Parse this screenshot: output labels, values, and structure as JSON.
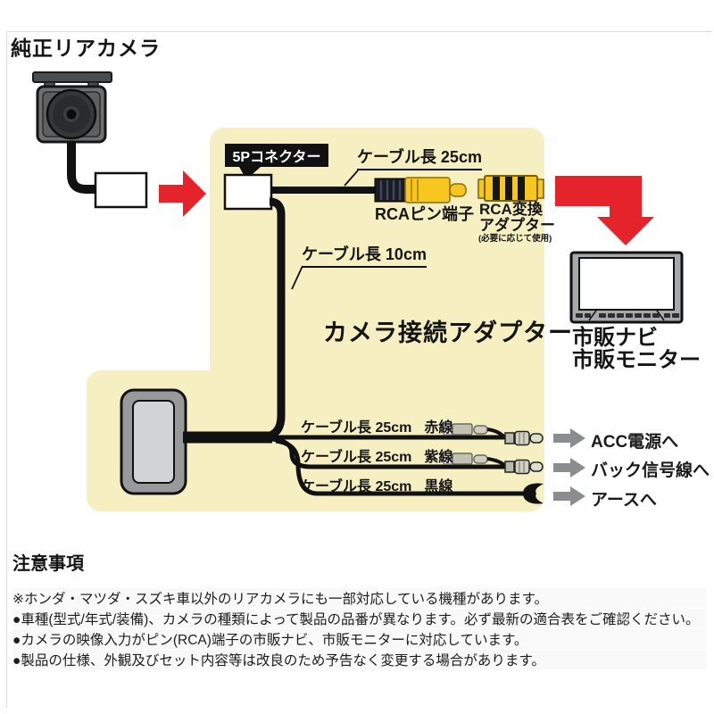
{
  "header": {
    "title": "純正リアカメラ"
  },
  "diagram": {
    "connector_label": "5Pコネクター",
    "cable_top_label": "ケーブル長 25cm",
    "rca_pin_label": "RCAピン端子",
    "rca_adapter_label_line1": "RCA変換",
    "rca_adapter_label_line2": "アダプター",
    "rca_adapter_note": "(必要に応じて使用)",
    "cable_mid_label": "ケーブル長 10cm",
    "main_title": "カメラ接続アダプター",
    "monitor_label_line1": "市販ナビ",
    "monitor_label_line2": "市販モニター",
    "wires": [
      {
        "length": "ケーブル長 25cm",
        "color": "赤線",
        "destination": "ACC電源へ"
      },
      {
        "length": "ケーブル長 25cm",
        "color": "紫線",
        "destination": "バック信号線へ"
      },
      {
        "length": "ケーブル長 25cm",
        "color": "黒線",
        "destination": "アースへ"
      }
    ],
    "colors": {
      "diagram_background": "#F6EFC2",
      "arrow_red": "#E5232B",
      "arrow_gray": "#8B8C8E",
      "rca_yellow": "#F7C71F",
      "cable_black": "#111111"
    }
  },
  "notes": {
    "heading": "注意事項",
    "items": [
      "※ホンダ・マツダ・スズキ車以外のリアカメラにも一部対応している機種があります。",
      "●車種(型式/年式/装備)、カメラの種類によって製品の品番が異なります。必ず最新の適合表をご確認ください。",
      "●カメラの映像入力がピン(RCA)端子の市販ナビ、市販モニターに対応しています。",
      "●製品の仕様、外観及びセット内容等は改良のため予告なく変更する場合があります。"
    ]
  }
}
